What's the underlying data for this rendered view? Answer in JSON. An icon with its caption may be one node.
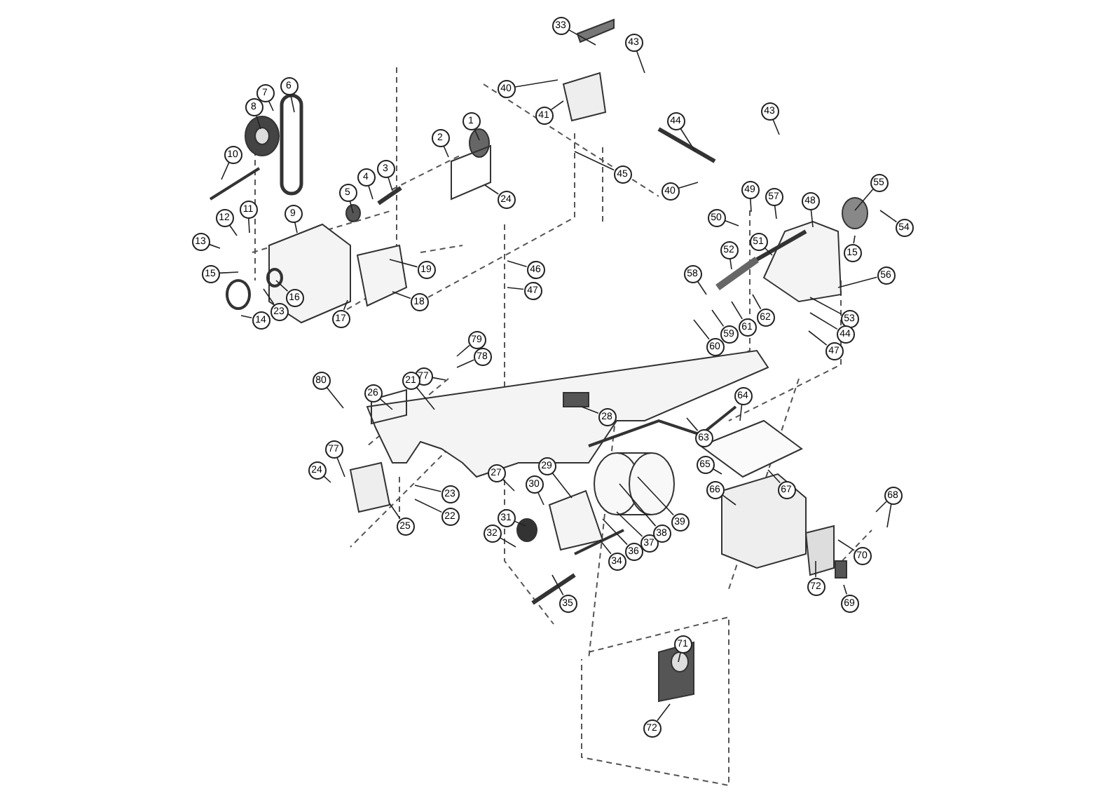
{
  "diagram": {
    "nodes": [
      {
        "text": [
          "1"
        ]
      },
      {
        "text": [
          "2"
        ]
      },
      {
        "text": [
          "3"
        ]
      },
      {
        "text": [
          "4"
        ]
      },
      {
        "text": [
          "5"
        ]
      },
      {
        "text": [
          "6"
        ]
      },
      {
        "text": [
          "7"
        ]
      },
      {
        "text": [
          "8"
        ]
      },
      {
        "text": [
          "10"
        ]
      },
      {
        "text": [
          "11"
        ]
      },
      {
        "text": [
          "12"
        ]
      },
      {
        "text": [
          "13"
        ]
      },
      {
        "text": [
          "9"
        ]
      },
      {
        "text": [
          "15"
        ]
      },
      {
        "text": [
          "14"
        ]
      },
      {
        "text": [
          "23"
        ]
      },
      {
        "text": [
          "16"
        ]
      },
      {
        "text": [
          "19"
        ]
      },
      {
        "text": [
          "18"
        ]
      },
      {
        "text": [
          "17"
        ]
      },
      {
        "text": [
          "24"
        ]
      },
      {
        "text": [
          "40"
        ]
      },
      {
        "text": [
          "33"
        ]
      },
      {
        "text": [
          "43"
        ]
      },
      {
        "text": [
          "41"
        ]
      },
      {
        "text": [
          "44"
        ]
      },
      {
        "text": [
          "45"
        ]
      },
      {
        "text": [
          "40"
        ]
      },
      {
        "text": [
          "43"
        ]
      },
      {
        "text": [
          "49"
        ]
      },
      {
        "text": [
          "57"
        ]
      },
      {
        "text": [
          "48"
        ]
      },
      {
        "text": [
          "50"
        ]
      },
      {
        "text": [
          "55"
        ]
      },
      {
        "text": [
          "54"
        ]
      },
      {
        "text": [
          "51"
        ]
      },
      {
        "text": [
          "52"
        ]
      },
      {
        "text": [
          "15"
        ]
      },
      {
        "text": [
          "56"
        ]
      },
      {
        "text": [
          "58"
        ]
      },
      {
        "text": [
          "46"
        ]
      },
      {
        "text": [
          "47"
        ]
      },
      {
        "text": [
          "53"
        ]
      },
      {
        "text": [
          "44"
        ]
      },
      {
        "text": [
          "47"
        ]
      },
      {
        "text": [
          "62"
        ]
      },
      {
        "text": [
          "61"
        ]
      },
      {
        "text": [
          "59"
        ]
      },
      {
        "text": [
          "60"
        ]
      },
      {
        "text": [
          "79"
        ]
      },
      {
        "text": [
          "78"
        ]
      },
      {
        "text": [
          "77"
        ]
      },
      {
        "text": [
          "21"
        ]
      },
      {
        "text": [
          "80"
        ]
      },
      {
        "text": [
          "26"
        ]
      },
      {
        "text": [
          "28"
        ]
      },
      {
        "text": [
          "77"
        ]
      },
      {
        "text": [
          "24"
        ]
      },
      {
        "text": [
          "25"
        ]
      },
      {
        "text": [
          "23"
        ]
      },
      {
        "text": [
          "22"
        ]
      },
      {
        "text": [
          "27"
        ]
      },
      {
        "text": [
          "29"
        ]
      },
      {
        "text": [
          "30"
        ]
      },
      {
        "text": [
          "31"
        ]
      },
      {
        "text": [
          "32"
        ]
      },
      {
        "text": [
          "35"
        ]
      },
      {
        "text": [
          "34"
        ]
      },
      {
        "text": [
          "36"
        ]
      },
      {
        "text": [
          "37"
        ]
      },
      {
        "text": [
          "38"
        ]
      },
      {
        "text": [
          "39"
        ]
      },
      {
        "text": [
          "63"
        ]
      },
      {
        "text": [
          "64"
        ]
      },
      {
        "text": [
          "65"
        ]
      },
      {
        "text": [
          "67"
        ]
      },
      {
        "text": [
          "66"
        ]
      },
      {
        "text": [
          "68"
        ]
      },
      {
        "text": [
          "70"
        ]
      },
      {
        "text": [
          "72"
        ]
      },
      {
        "text": [
          "69"
        ]
      },
      {
        "text": [
          "71"
        ]
      },
      {
        "text": [
          "72"
        ]
      }
    ],
    "edges": [
      {
        "from": 0,
        "to": null,
        "arrow": "none"
      },
      {
        "from": 1,
        "to": null,
        "arrow": "none"
      },
      {
        "from": 2,
        "to": null,
        "arrow": "none"
      },
      {
        "from": 3,
        "to": null,
        "arrow": "none"
      },
      {
        "from": 4,
        "to": null,
        "arrow": "none"
      },
      {
        "from": 5,
        "to": null,
        "arrow": "none"
      },
      {
        "from": 6,
        "to": null,
        "arrow": "none"
      },
      {
        "from": 7,
        "to": null,
        "arrow": "none"
      },
      {
        "from": 8,
        "to": null,
        "arrow": "none"
      },
      {
        "from": 9,
        "to": null,
        "arrow": "none"
      },
      {
        "from": 10,
        "to": null,
        "arrow": "none"
      },
      {
        "from": 11,
        "to": null,
        "arrow": "none"
      },
      {
        "from": 12,
        "to": null,
        "arrow": "none"
      },
      {
        "from": 13,
        "to": null,
        "arrow": "none"
      },
      {
        "from": 14,
        "to": null,
        "arrow": "none"
      },
      {
        "from": 15,
        "to": null,
        "arrow": "none"
      },
      {
        "from": 16,
        "to": null,
        "arrow": "none"
      },
      {
        "from": 17,
        "to": null,
        "arrow": "none"
      },
      {
        "from": 18,
        "to": null,
        "arrow": "none"
      },
      {
        "from": 19,
        "to": null,
        "arrow": "none"
      },
      {
        "from": 20,
        "to": null,
        "arrow": "none"
      },
      {
        "from": 21,
        "to": null,
        "arrow": "none"
      },
      {
        "from": 22,
        "to": null,
        "arrow": "none"
      },
      {
        "from": 23,
        "to": null,
        "arrow": "none"
      },
      {
        "from": 24,
        "to": null,
        "arrow": "none"
      },
      {
        "from": 25,
        "to": null,
        "arrow": "none"
      },
      {
        "from": 26,
        "to": null,
        "arrow": "none"
      },
      {
        "from": 27,
        "to": null,
        "arrow": "none"
      },
      {
        "from": 28,
        "to": null,
        "arrow": "none"
      },
      {
        "from": 29,
        "to": null,
        "arrow": "none"
      },
      {
        "from": 30,
        "to": null,
        "arrow": "none"
      },
      {
        "from": 31,
        "to": null,
        "arrow": "none"
      },
      {
        "from": 32,
        "to": null,
        "arrow": "none"
      },
      {
        "from": 33,
        "to": null,
        "arrow": "none"
      },
      {
        "from": 34,
        "to": null,
        "arrow": "none"
      },
      {
        "from": 35,
        "to": null,
        "arrow": "none"
      },
      {
        "from": 36,
        "to": null,
        "arrow": "none"
      },
      {
        "from": 37,
        "to": null,
        "arrow": "none"
      },
      {
        "from": 38,
        "to": null,
        "arrow": "none"
      },
      {
        "from": 39,
        "to": null,
        "arrow": "none"
      },
      {
        "from": 40,
        "to": null,
        "arrow": "none"
      },
      {
        "from": 41,
        "to": null,
        "arrow": "none"
      },
      {
        "from": 42,
        "to": null,
        "arrow": "none"
      },
      {
        "from": 43,
        "to": null,
        "arrow": "none"
      },
      {
        "from": 44,
        "to": null,
        "arrow": "none"
      },
      {
        "from": 45,
        "to": null,
        "arrow": "none"
      },
      {
        "from": 46,
        "to": null,
        "arrow": "none"
      },
      {
        "from": 47,
        "to": null,
        "arrow": "none"
      },
      {
        "from": 48,
        "to": null,
        "arrow": "none"
      },
      {
        "from": 49,
        "to": null,
        "arrow": "none"
      },
      {
        "from": 50,
        "to": null,
        "arrow": "none"
      },
      {
        "from": 51,
        "to": null,
        "arrow": "none"
      },
      {
        "from": 52,
        "to": null,
        "arrow": "none"
      },
      {
        "from": 53,
        "to": null,
        "arrow": "none"
      },
      {
        "from": 54,
        "to": null,
        "arrow": "none"
      },
      {
        "from": 55,
        "to": null,
        "arrow": "none"
      },
      {
        "from": 56,
        "to": null,
        "arrow": "none"
      },
      {
        "from": 57,
        "to": null,
        "arrow": "none"
      },
      {
        "from": 58,
        "to": null,
        "arrow": "none"
      },
      {
        "from": 59,
        "to": null,
        "arrow": "none"
      },
      {
        "from": 60,
        "to": null,
        "arrow": "none"
      },
      {
        "from": 61,
        "to": null,
        "arrow": "none"
      },
      {
        "from": 62,
        "to": null,
        "arrow": "none"
      },
      {
        "from": 63,
        "to": null,
        "arrow": "none"
      },
      {
        "from": 64,
        "to": null,
        "arrow": "none"
      },
      {
        "from": 65,
        "to": null,
        "arrow": "none"
      },
      {
        "from": 66,
        "to": null,
        "arrow": "none"
      },
      {
        "from": 67,
        "to": null,
        "arrow": "none"
      },
      {
        "from": 68,
        "to": null,
        "arrow": "none"
      },
      {
        "from": 69,
        "to": null,
        "arrow": "none"
      },
      {
        "from": 70,
        "to": null,
        "arrow": "none"
      },
      {
        "from": 71,
        "to": null,
        "arrow": "none"
      },
      {
        "from": 72,
        "to": null,
        "arrow": "none"
      },
      {
        "from": 73,
        "to": null,
        "arrow": "none"
      },
      {
        "from": 74,
        "to": null,
        "arrow": "none"
      },
      {
        "from": 75,
        "to": null,
        "arrow": "none"
      },
      {
        "from": 76,
        "to": null,
        "arrow": "none"
      },
      {
        "from": 77,
        "to": null,
        "arrow": "none"
      },
      {
        "from": 77,
        "to": null,
        "arrow": "none"
      },
      {
        "from": 78,
        "to": null,
        "arrow": "none"
      },
      {
        "from": 79,
        "to": null,
        "arrow": "none"
      },
      {
        "from": 80,
        "to": null,
        "arrow": "none"
      },
      {
        "from": 81,
        "to": null,
        "arrow": "none"
      },
      {
        "from": 82,
        "to": null,
        "arrow": "none"
      }
    ]
  }
}
